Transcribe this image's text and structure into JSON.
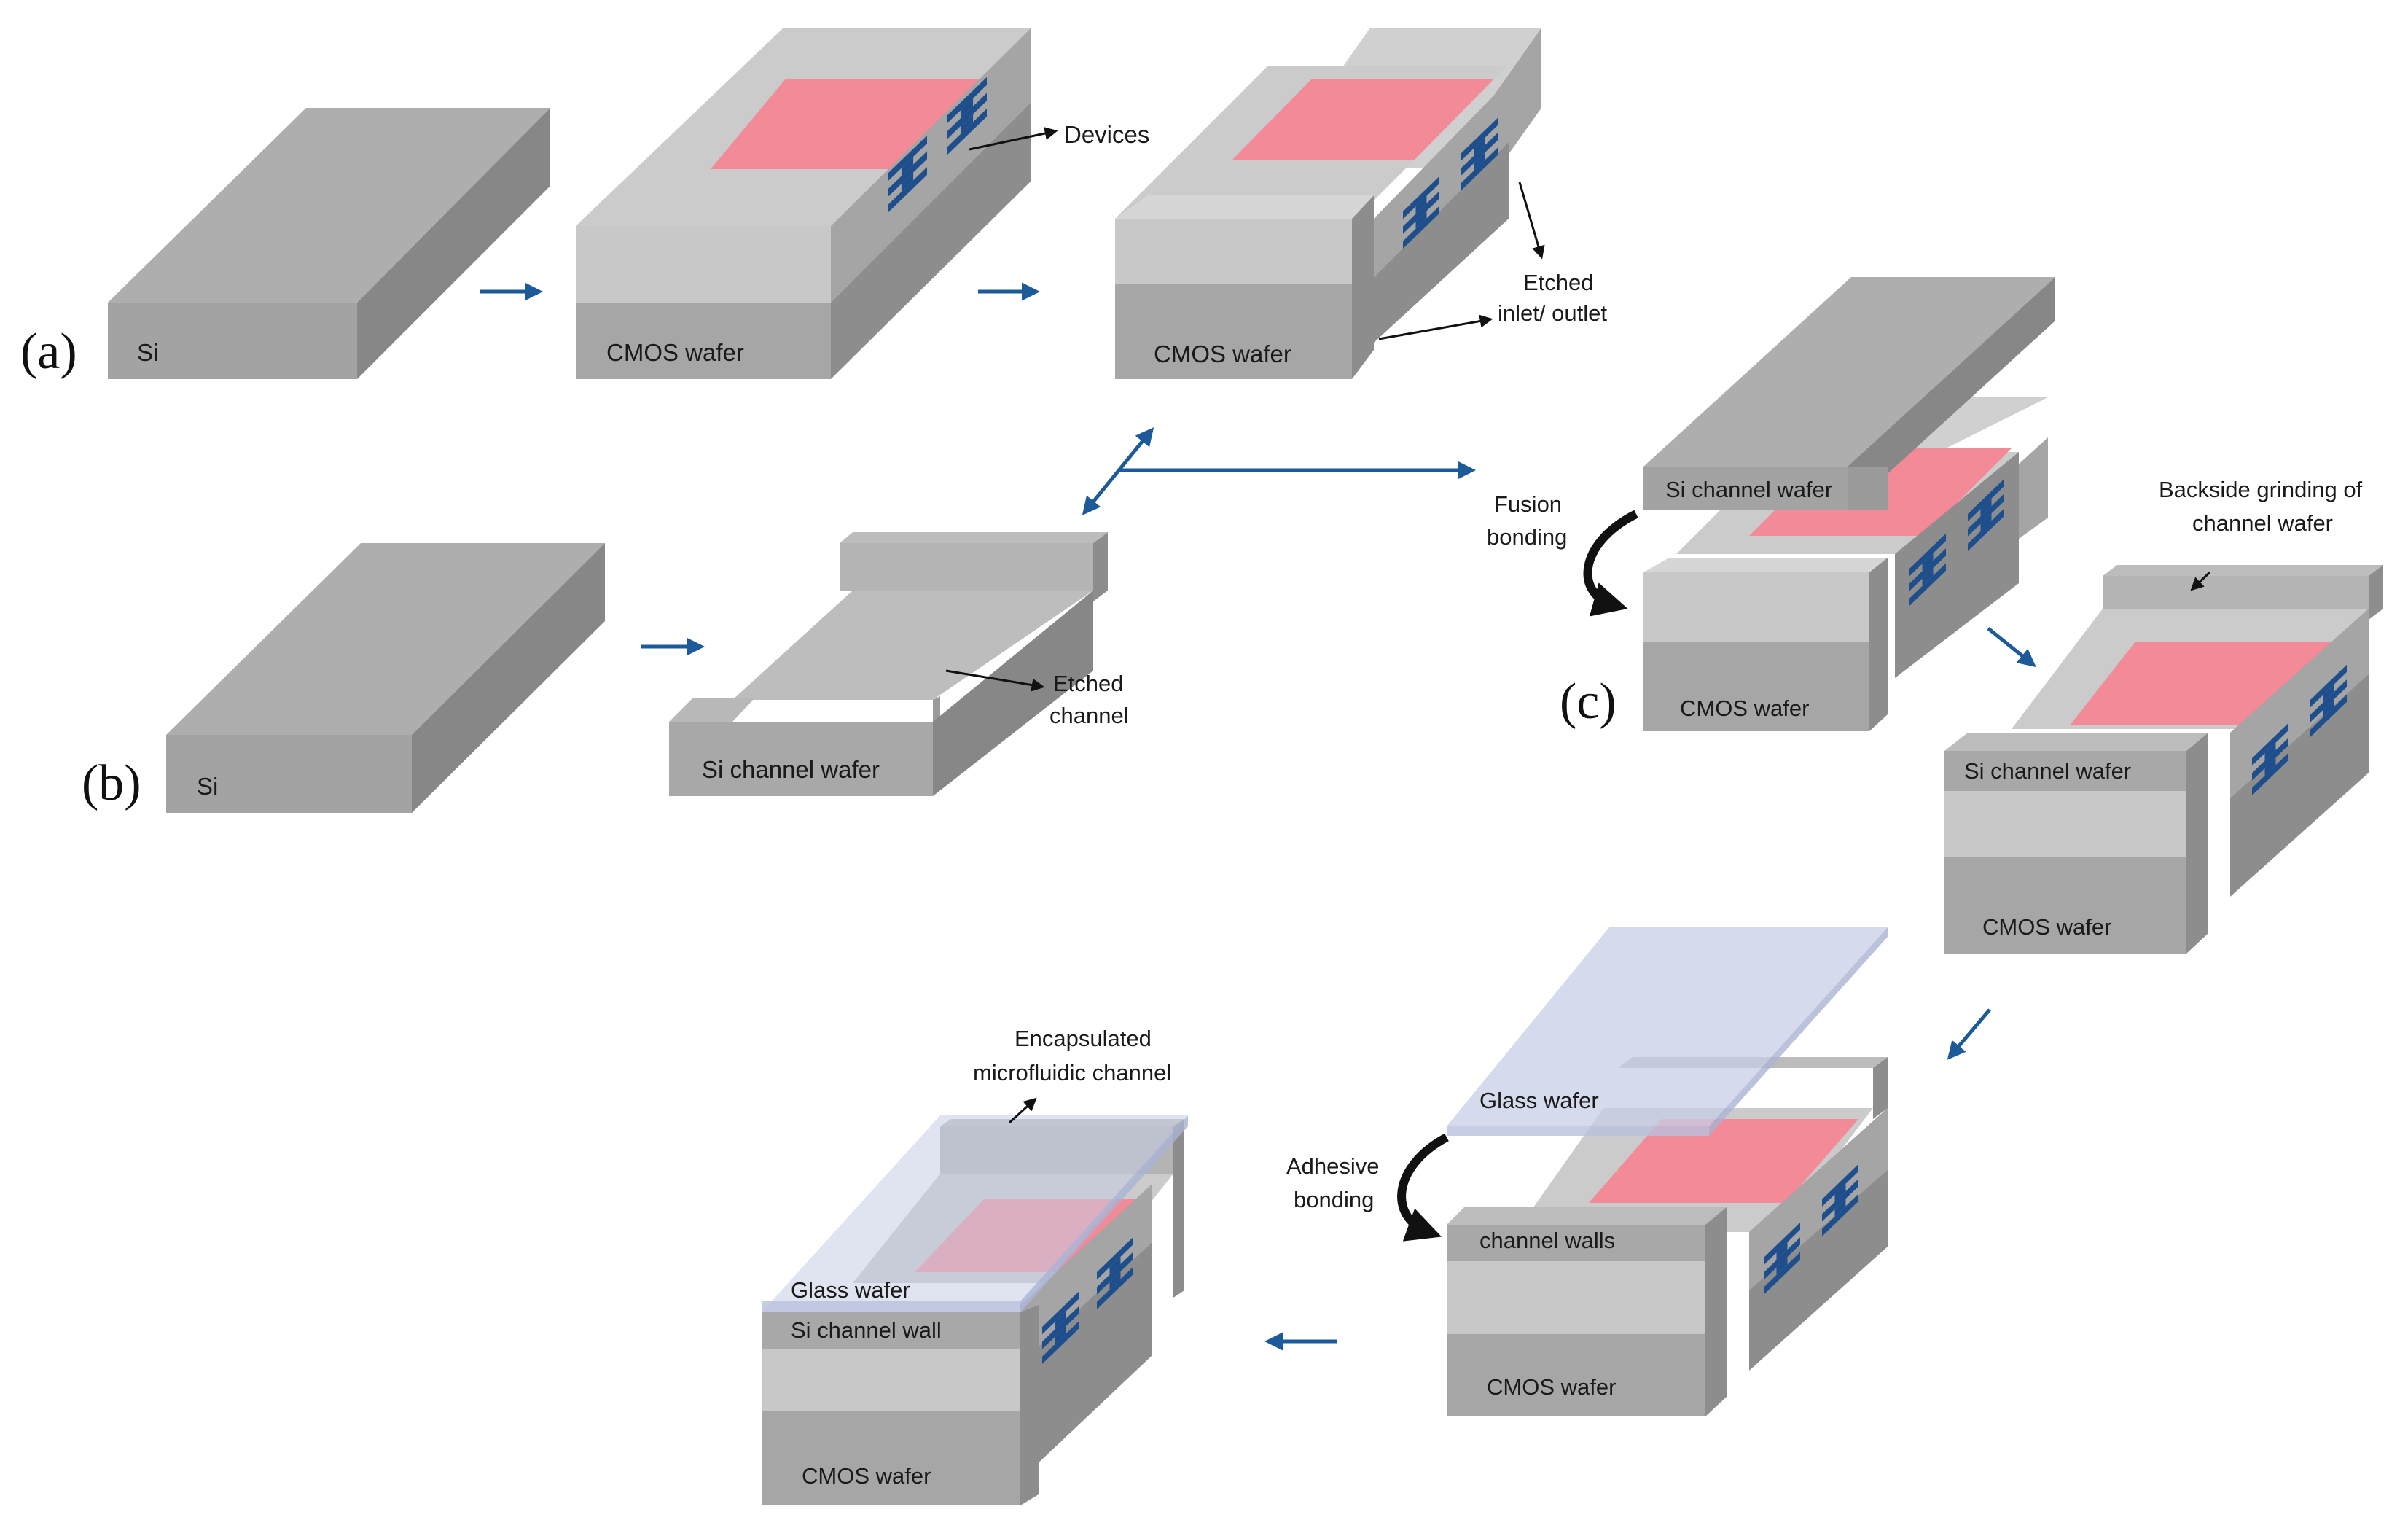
{
  "panels": {
    "a": "(a)",
    "b": "(b)",
    "c": "(c)"
  },
  "labels": {
    "si_a": "Si",
    "cmos_a2": "CMOS wafer",
    "cmos_a3": "CMOS wafer",
    "devices": "Devices",
    "etched_io_1": "Etched",
    "etched_io_2": "inlet/ outlet",
    "si_b": "Si",
    "si_channel_b": "Si channel wafer",
    "etched_ch_1": "Etched",
    "etched_ch_2": "channel",
    "si_channel_c1": "Si channel wafer",
    "fusion_1": "Fusion",
    "fusion_2": "bonding",
    "cmos_c1": "CMOS wafer",
    "grind_1": "Backside grinding of",
    "grind_2": "channel wafer",
    "si_channel_c2": "Si channel wafer",
    "cmos_c2": "CMOS wafer",
    "glass_c3": "Glass wafer",
    "adhesive_1": "Adhesive",
    "adhesive_2": "bonding",
    "walls_c3": "channel walls",
    "cmos_c3": "CMOS wafer",
    "encap_1": "Encapsulated",
    "encap_2": "microfluidic channel",
    "glass_f": "Glass wafer",
    "wall_f": "Si channel wall",
    "cmos_f": "CMOS wafer"
  },
  "colors": {
    "si_top": "#aeaeae",
    "si_front": "#a3a3a3",
    "si_side": "#878787",
    "light_top": "#d0d0d0",
    "light_front": "#c8c8c8",
    "light_side": "#a5a5a5",
    "mid_front": "#a6a6a6",
    "mid_side": "#8d8d8d",
    "device_area": "#f28b97",
    "device_icon": "#1e4f8c",
    "arrow_blue": "#1d5a99",
    "glass": "#c7cee6"
  }
}
